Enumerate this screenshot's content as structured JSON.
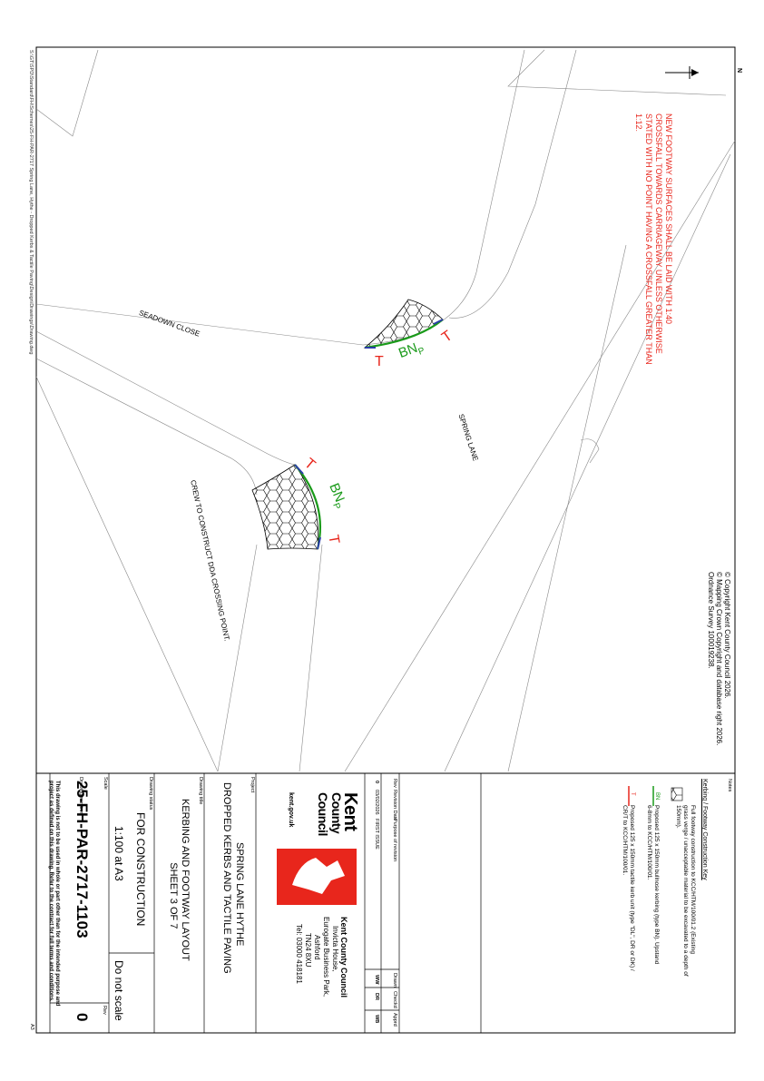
{
  "path_text": "S:\\GT\\SPD\\Standard\\FH\\Schemes\\25-FH-PAR-2717 Spring Lane, Hythe - Dropped Kerbs & Tactile Paving\\Design\\Drawings\\Drawing.dwg",
  "north_label": "N",
  "notice": [
    "NEW FOOTWAY SURFACES SHALL BE LAID WITH 1:40",
    "CROSSFALL TOWARDS CARRIAGEWAY UNLESS OTHERWISE",
    "STATED WITH NO POINT HAVING A CROSSFALL GREATER THAN",
    "1:12."
  ],
  "roads": {
    "seadown": "SEADOWN CLOSE",
    "spring": "SPRING LANE"
  },
  "crew_note": "CREW TO CONSTRUCT DDA CROSSING POINT.",
  "markers": {
    "t": "T",
    "bn": "BN",
    "bn_sub": "P"
  },
  "copyright": [
    "© Copyright Kent County Council 2026.",
    "© Mapping Crown Copyright and database right 2026.",
    "Ordnance Survey 100019238."
  ],
  "notes_heading": "Notes",
  "key": {
    "title": "Kerbing / Footway Construction Key",
    "item1": [
      "Full footway construction to KCC/HTM/100/01.2 (Existing",
      "grass verge / unacceptable material to be excavated to a depth of",
      "150mm)."
    ],
    "item2_sym": "BN",
    "item2": [
      "Proposed 125 x 150mm bullnose kerbing (type BN). Upstand",
      "6-8mm to KCC/HTM/100/01."
    ],
    "item3_sym": "T",
    "item3": [
      "Proposed 125 x 150mm tactile kerb unit (type \"DL\", DR or DK) /",
      "CR/T to KCC/HTM/100/01."
    ]
  },
  "revision_table": {
    "headers": [
      "Rev",
      "Revision Date",
      "Purpose of revision",
      "Drawn",
      "Checkd",
      "Apprd"
    ],
    "row": [
      "0",
      "03/02/2026",
      "FIRST ISSUE",
      "WW",
      "DR",
      "WB"
    ]
  },
  "logo": {
    "line1": "Kent",
    "line2": "County",
    "line3": "Council",
    "url": "kent.gov.uk"
  },
  "address": [
    "Kent County Council",
    "Invicta House,",
    "Eurogate Business Park,",
    "Ashford",
    "TN24 8XU",
    "Tel: 03000 418181"
  ],
  "labels": {
    "project": "Project",
    "drawing_title": "Drawing title",
    "drawing_status": "Drawing status",
    "scale": "Scale",
    "drawing_number": "Drawing number",
    "rev": "Rev"
  },
  "project": "SPRING LANE HYTHE",
  "subproject": "DROPPED KERBS AND TACTILE PAVING",
  "drawing_title": [
    "KERBING AND FOOTWAY LAYOUT",
    "SHEET 3 OF 7"
  ],
  "drawing_status": "FOR CONSTRUCTION",
  "scale": "1:100 at A3",
  "do_not_scale": "Do not scale",
  "drawing_number": "25-FH-PAR-2717-1103",
  "revision": "0",
  "disclaimer": [
    "This drawing is not to be used in whole or part other than for the intended purpose and",
    "project as defined on this drawing. Refer to the contract for full terms and conditions."
  ],
  "sheet_size": "A3"
}
